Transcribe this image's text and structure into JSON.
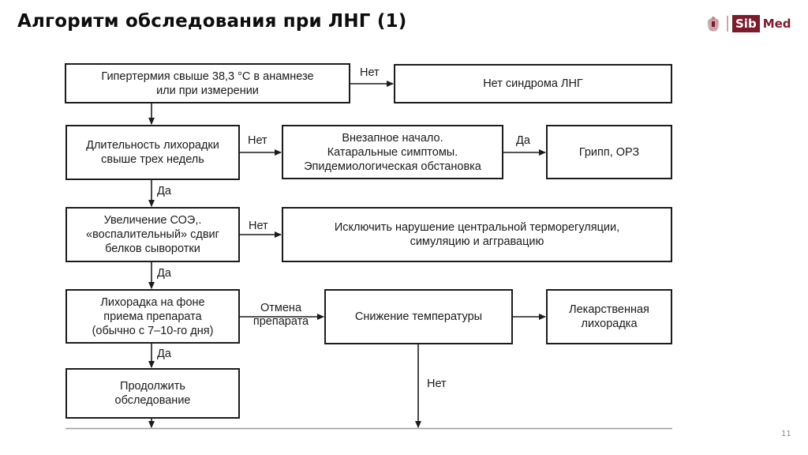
{
  "slide": {
    "title": "Алгоритм обследования при ЛНГ (1)",
    "page_number": "11",
    "logo": {
      "emblem": "coat-of-arms-emblem",
      "part1": "Sib",
      "part2": "Med",
      "brand_color": "#7d1a2b"
    }
  },
  "flowchart": {
    "nodes": {
      "hyperthermia": "Гипертермия свыше 38,3 °С в анамнезе\nили при измерении",
      "no_syndrome": "Нет синдрома ЛНГ",
      "duration": "Длительность лихорадки\nсвыше трех недель",
      "sudden_onset": "Внезапное начало.\nКатаральные симптомы.\nЭпидемиологическая обстановка",
      "flu": "Грипп, ОРЗ",
      "esr": "Увеличение СОЭ,.\n«воспалительный» сдвиг\nбелков сыворотки",
      "exclude": "Исключить нарушение центральной терморегуляции,\nсимуляцию и аггравацию",
      "drug_fever_check": "Лихорадка на фоне\nприема препарата\n(обычно с 7–10-го дня)",
      "temp_decrease": "Снижение температуры",
      "drug_fever": "Лекарственная\nлихорадка",
      "continue": "Продолжить\nобследование"
    },
    "edge_labels": {
      "hyperthermia_to_no_syndrome": "Нет",
      "duration_to_sudden_onset": "Нет",
      "sudden_onset_to_flu": "Да",
      "duration_to_esr": "Да",
      "esr_to_exclude": "Нет",
      "esr_to_drug_fever_check": "Да",
      "drug_fever_check_to_temp_decrease": "Отмена\nпрепарата",
      "drug_fever_check_to_continue": "Да",
      "temp_decrease_down": "Нет"
    },
    "line_color": "#1c1c1c"
  }
}
